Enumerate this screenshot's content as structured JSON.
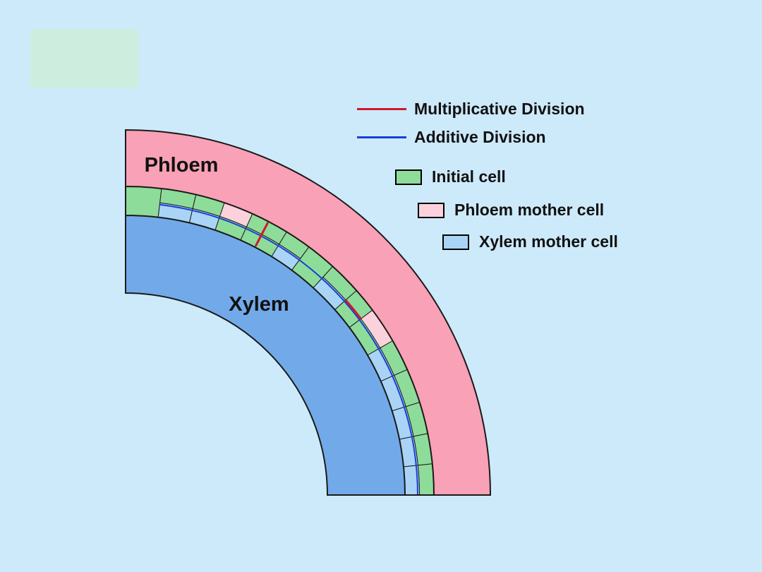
{
  "colors": {
    "background": "#cdeafb",
    "phloem": "#f9a1b6",
    "xylem": "#72aae9",
    "initial_cell": "#8edc9a",
    "phloem_mother_cell": "#fbd2dc",
    "xylem_mother_cell": "#a9d4f6",
    "multiplicative_division": "#d0182c",
    "additive_division": "#1a3fd6",
    "outline": "#1a1a1a"
  },
  "regions": {
    "phloem_label": "Phloem",
    "xylem_label": "Xylem"
  },
  "legend": {
    "multiplicative_division": "Multiplicative Division",
    "additive_division": "Additive Division",
    "initial_cell": "Initial cell",
    "phloem_mother_cell": "Phloem mother cell",
    "xylem_mother_cell": "Xylem mother cell"
  }
}
